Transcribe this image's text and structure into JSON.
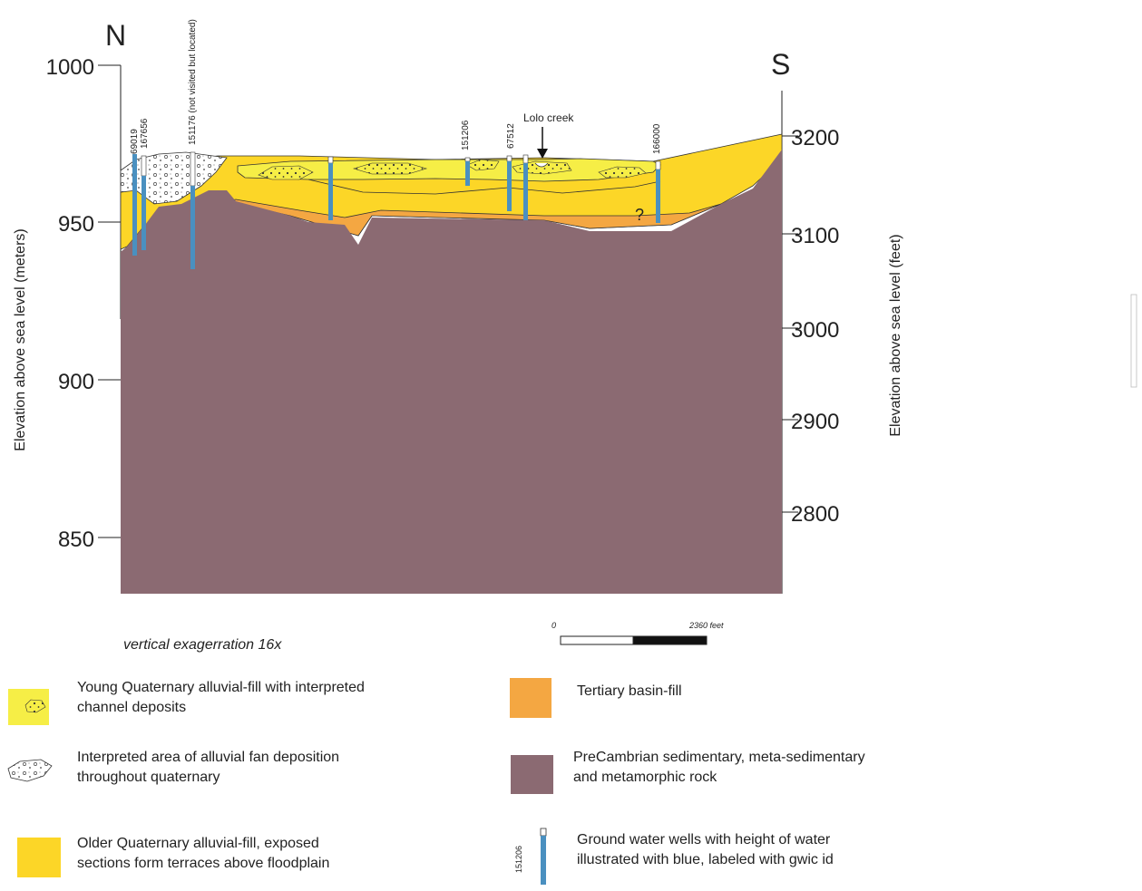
{
  "diagram": {
    "north_label": "N",
    "south_label": "S",
    "left_axis_label": "Elevation above sea level (meters)",
    "right_axis_label": "Elevation above sea level (feet)",
    "left_ticks": [
      "1000",
      "950",
      "900",
      "850"
    ],
    "right_ticks": [
      "3200",
      "3100",
      "3000",
      "2900",
      "2800"
    ],
    "wells": [
      {
        "id": "69019"
      },
      {
        "id": "167656"
      },
      {
        "id": "151176 (not visited but located)"
      },
      {
        "id": "151206"
      },
      {
        "id": "67512"
      },
      {
        "id": "166000"
      }
    ],
    "creek_label": "Lolo creek",
    "uncertain_mark": "?",
    "exaggeration_note": "vertical exagerration 16x",
    "scale_bar": {
      "start": "0",
      "end": "2360 feet"
    }
  },
  "legend": {
    "young_quaternary": {
      "line1": "Young Quaternary alluvial-fill with interpreted",
      "line2": "channel deposits"
    },
    "alluvial_fan": {
      "line1": "Interpreted area of alluvial fan deposition",
      "line2": "throughout quaternary"
    },
    "older_quaternary": {
      "line1": "Older Quaternary alluvial-fill,  exposed",
      "line2": "sections form terraces above floodplain"
    },
    "tertiary": {
      "line1": "Tertiary basin-fill"
    },
    "precambrian": {
      "line1": "PreCambrian sedimentary, meta-sedimentary",
      "line2": "and metamorphic rock"
    },
    "wells": {
      "line1": "Ground water wells with height of water",
      "line2": "illustrated with blue, labeled with gwic id",
      "sample_id": "151206"
    }
  },
  "colors": {
    "precambrian": "#8b6a72",
    "tertiary": "#f4a742",
    "older_quaternary": "#fcd627",
    "young_quaternary": "#f6ee46",
    "fan": "#ffffff",
    "well_water": "#4a90c0"
  }
}
